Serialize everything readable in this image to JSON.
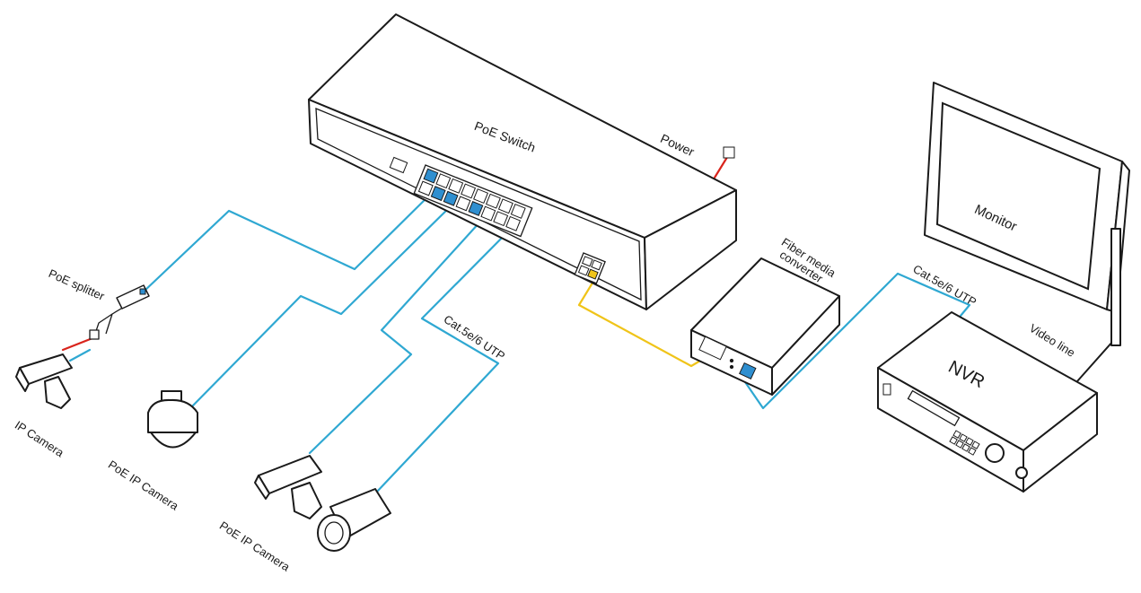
{
  "labels": {
    "poe_switch": "PoE  Switch",
    "power": "Power",
    "poe_splitter": "PoE splitter",
    "ip_camera": "IP Camera",
    "poe_ip_camera_1": "PoE IP Camera",
    "poe_ip_camera_2": "PoE IP Camera",
    "cat_utp_left": "Cat.5e/6 UTP",
    "fiber_converter_line1": "Fiber media",
    "fiber_converter_line2": "converter",
    "cat_utp_right": "Cat.5e/6 UTP",
    "monitor": "Monitor",
    "video_line": "Video line",
    "nvr": "NVR"
  },
  "colors": {
    "utp_cable": "#2fa8d2",
    "fiber_cable": "#f0c419",
    "power_cable": "#d9241c",
    "outline": "#1a1a1a"
  }
}
